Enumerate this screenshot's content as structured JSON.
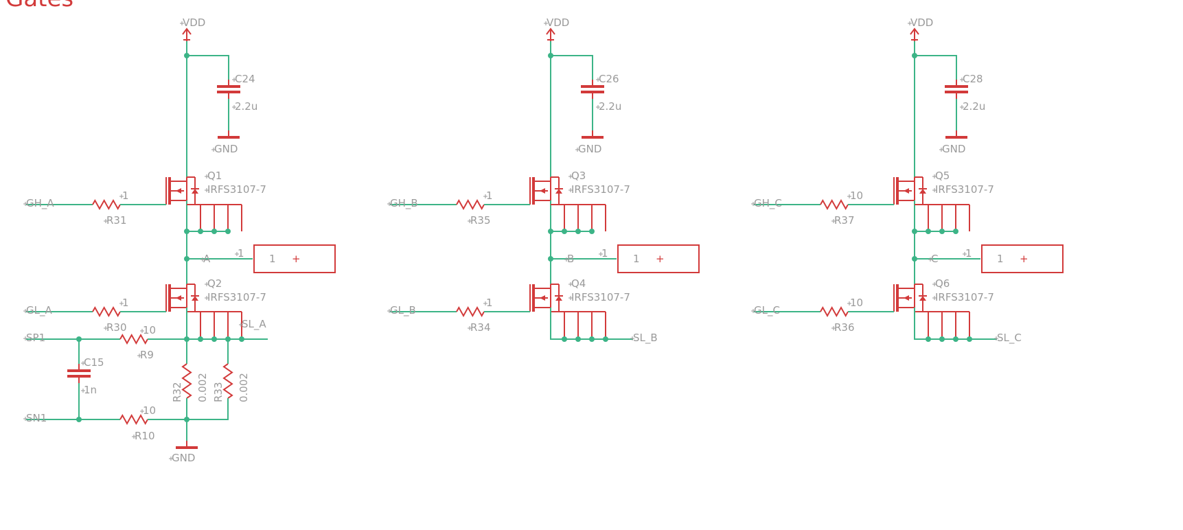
{
  "title": "Gates",
  "colors": {
    "wire": "#3cb487",
    "part": "#d23a3a",
    "label": "#9a9a9a",
    "background": "#ffffff"
  },
  "phases": [
    {
      "id": "a",
      "vdd": "VDD",
      "cap": "C24",
      "cap_val": "2.2u",
      "gnd_top": "GND",
      "q_high": "Q1",
      "q_high_part": "IRFS3107-7",
      "q_low": "Q2",
      "q_low_part": "IRFS3107-7",
      "gh_net": "GH_A",
      "gl_net": "GL_A",
      "out_net": "A",
      "sl_net": "SL_A",
      "rh": "R31",
      "rh_val": "1",
      "rl": "R30",
      "rl_val": "1",
      "conn_pin": "1",
      "conn_num": "1",
      "conn_plus": "+"
    },
    {
      "id": "b",
      "vdd": "VDD",
      "cap": "C26",
      "cap_val": "2.2u",
      "gnd_top": "GND",
      "q_high": "Q3",
      "q_high_part": "IRFS3107-7",
      "q_low": "Q4",
      "q_low_part": "IRFS3107-7",
      "gh_net": "GH_B",
      "gl_net": "GL_B",
      "out_net": "B",
      "sl_net": "SL_B",
      "rh": "R35",
      "rh_val": "1",
      "rl": "R34",
      "rl_val": "1",
      "conn_pin": "1",
      "conn_num": "1",
      "conn_plus": "+"
    },
    {
      "id": "c",
      "vdd": "VDD",
      "cap": "C28",
      "cap_val": "2.2u",
      "gnd_top": "GND",
      "q_high": "Q5",
      "q_high_part": "IRFS3107-7",
      "q_low": "Q6",
      "q_low_part": "IRFS3107-7",
      "gh_net": "GH_C",
      "gl_net": "GL_C",
      "out_net": "C",
      "sl_net": "SL_C",
      "rh": "R37",
      "rh_val": "10",
      "rl": "R36",
      "rl_val": "10",
      "conn_pin": "1",
      "conn_num": "1",
      "conn_plus": "+"
    }
  ],
  "sense": {
    "sp_net": "SP1",
    "sn_net": "SN1",
    "r9": "R9",
    "r9_val": "10",
    "r10": "R10",
    "r10_val": "10",
    "c15": "C15",
    "c15_val": "1n",
    "r32": "R32",
    "r32_val": "0.002",
    "r33": "R33",
    "r33_val": "0.002",
    "gnd": "GND"
  }
}
